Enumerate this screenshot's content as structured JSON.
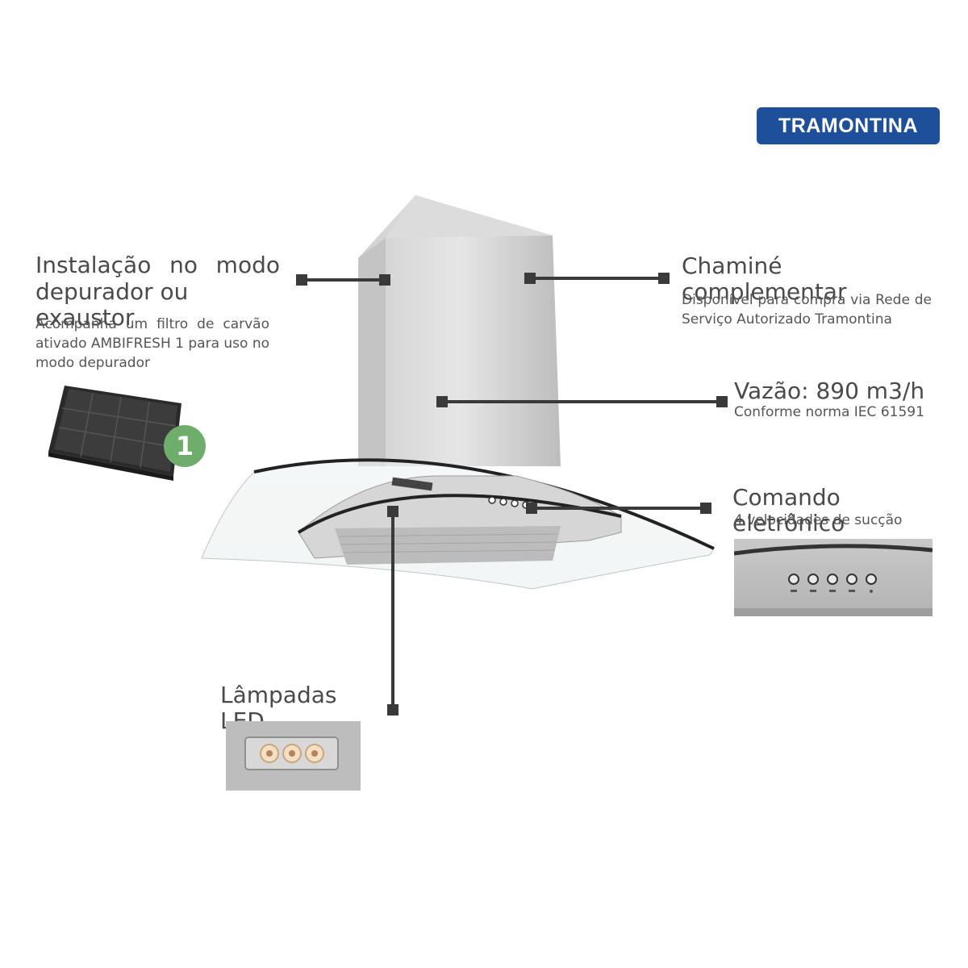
{
  "brand": {
    "logo_text": "TRAMONTINA",
    "color": "#1d4f9a"
  },
  "features": {
    "installation": {
      "title_line1": "Instalação no modo",
      "title_line2": "depurador ou exaustor",
      "desc_line1": "Acompanha um filtro de carvão",
      "desc_line2": "ativado AMBIFRESH 1 para uso no",
      "desc_line3": "modo depurador",
      "badge": "1"
    },
    "chimney": {
      "title": "Chaminé complementar",
      "desc_line1": "Disponível para compra via Rede de",
      "desc_line2": "Serviço Autorizado Tramontina"
    },
    "flow": {
      "title": "Vazão: 890 m3/h",
      "desc": "Conforme norma IEC 61591"
    },
    "controls": {
      "title": "Comando eletrônico",
      "desc": "4 velocidades de sucção"
    },
    "leds": {
      "title": "Lâmpadas LED"
    }
  },
  "icons": [
    "carbon-filter-image",
    "range-hood-image",
    "control-panel-image",
    "led-lamp-image"
  ],
  "colors": {
    "connector": "#3a3a3a",
    "badge": "#6fae6a"
  }
}
